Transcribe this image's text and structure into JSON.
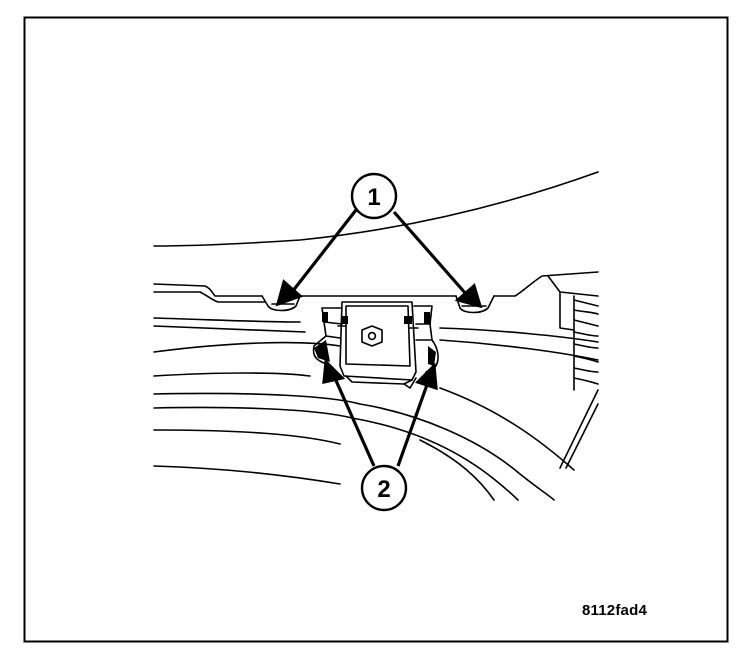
{
  "figure": {
    "code": "8112fad4",
    "callouts": [
      {
        "label": "1"
      },
      {
        "label": "2"
      }
    ],
    "colors": {
      "ink": "#000000",
      "paper": "#ffffff"
    }
  }
}
